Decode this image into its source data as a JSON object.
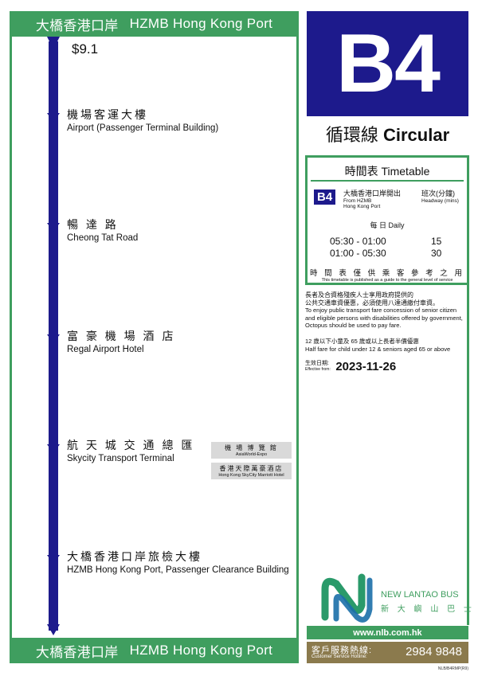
{
  "header": {
    "terminus_zh": "大橋香港口岸",
    "terminus_en": "HZMB Hong Kong Port"
  },
  "footer": {
    "terminus_zh": "大橋香港口岸",
    "terminus_en": "HZMB Hong Kong Port"
  },
  "fare": "$9.1",
  "stops": [
    {
      "zh": "機場客運大樓",
      "en": "Airport (Passenger Terminal Building)"
    },
    {
      "zh": "暢 達 路",
      "en": "Cheong Tat Road"
    },
    {
      "zh": "富 豪 機 場 酒 店",
      "en": "Regal Airport Hotel"
    },
    {
      "zh": "航 天 城 交 通 總 匯",
      "en": "Skycity Transport Terminal"
    },
    {
      "zh": "大橋香港口岸旅檢大樓",
      "en": "HZMB Hong Kong Port, Passenger Clearance Building"
    }
  ],
  "landmarks": [
    {
      "zh": "機 場 博 覽 館",
      "en": "AsiaWorld-Expo"
    },
    {
      "zh": "香港天際萬豪酒店",
      "en": "Hong Kong SkyCity Marriott Hotel"
    }
  ],
  "route": {
    "number": "B4",
    "type_zh": "循環線",
    "type_en": "Circular"
  },
  "timetable": {
    "title": "時間表 Timetable",
    "route_badge": "B4",
    "from_zh": "大橋香港口岸開出",
    "from_en_1": "From HZMB",
    "from_en_2": "Hong Kong Port",
    "headway_zh": "班次(分鐘)",
    "headway_en": "Headway (mins)",
    "daily": "每 日 Daily",
    "rows": [
      {
        "time": "05:30 - 01:00",
        "headway": "15"
      },
      {
        "time": "01:00 - 05:30",
        "headway": "30"
      }
    ],
    "note_zh": "時 間 表 僅 供 乘 客 參 考 之 用",
    "note_en": "This timetable is published as a guide to the general level of service"
  },
  "concession": {
    "zh_1": "長者及合資格殘疾人士享用政府提供的",
    "zh_2": "公共交通車資優惠，必須使用八達通繳付車資。",
    "en_1": "To enjoy public transport fare concession of senior citizen",
    "en_2": "and eligible persons with disabilities offered by government,",
    "en_3": "Octopus should be used to pay fare."
  },
  "half_fare": {
    "zh": "12 歲以下小童及 65 歲或以上長者半價優惠",
    "en": "Half fare for child under 12 & seniors aged 65 or above"
  },
  "effective": {
    "label_zh": "生效日期:",
    "label_en": "Effective from:",
    "date": "2023-11-26"
  },
  "brand": {
    "en": "NEW LANTAO BUS",
    "zh": "新 大 嶼 山 巴 士",
    "url": "www.nlb.com.hk"
  },
  "hotline": {
    "label_zh": "客戶服務熱線:",
    "label_en": "Customer Service Hotline:",
    "number": "2984 9848"
  },
  "doc_code": "NLB/B4RMP(R9)",
  "colors": {
    "green": "#3f9e5f",
    "navy": "#1d1a8c",
    "hotline": "#8b7a4d"
  }
}
